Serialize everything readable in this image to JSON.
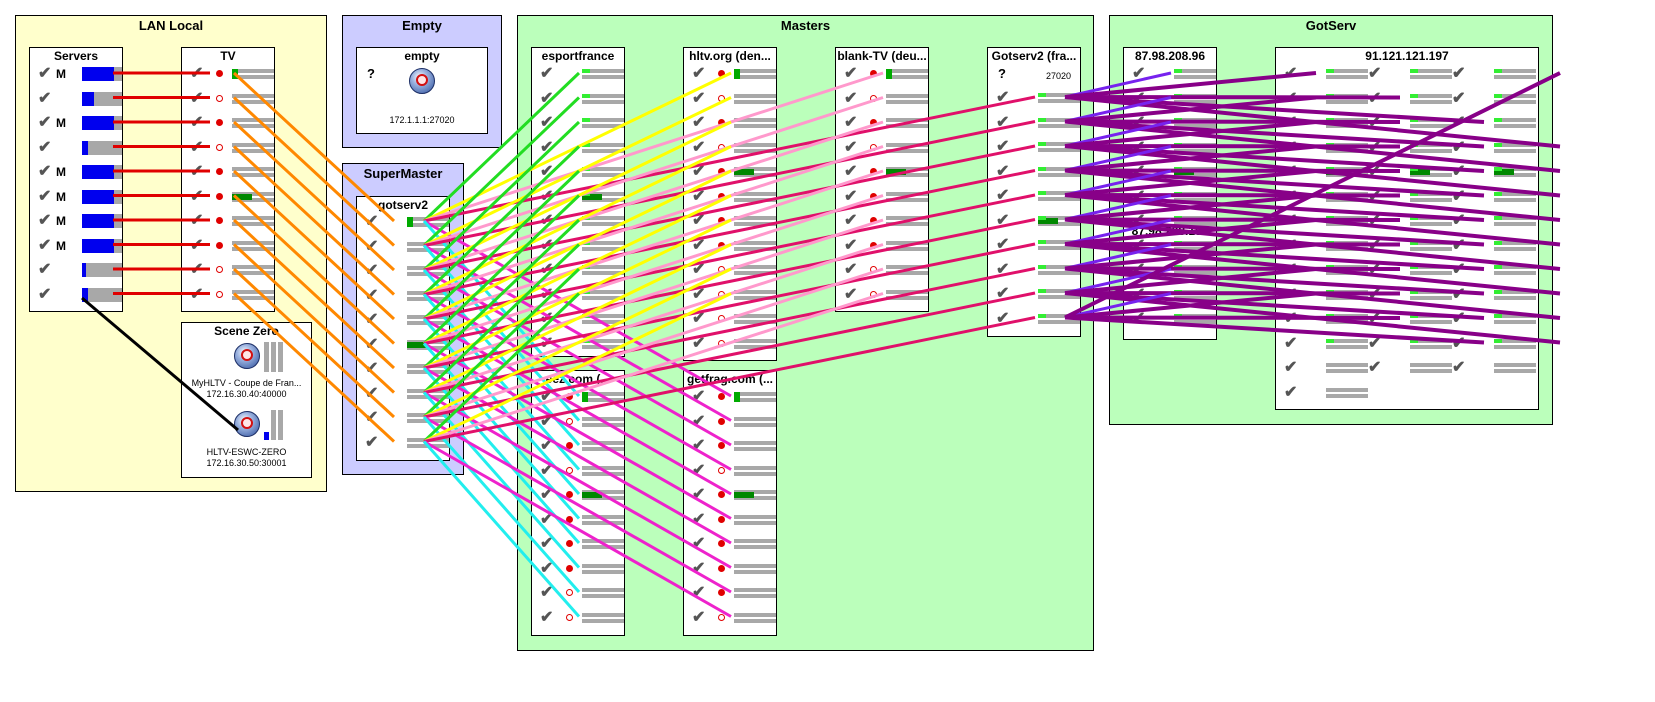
{
  "colors": {
    "lan_bg": "#ffffcc",
    "empty_bg": "#ccccff",
    "masters_bg": "#bbffbb",
    "gotserv_bg": "#bbffbb",
    "link_red": "#e00000",
    "link_orange": "#ff8800",
    "link_green": "#22dd22",
    "link_yellow": "#ffff00",
    "link_pink": "#ff99cc",
    "link_magenta": "#ee22cc",
    "link_cyan": "#22eeee",
    "link_purple": "#880088",
    "link_violet": "#7722ee",
    "link_black": "#000000"
  },
  "groups": {
    "lan_local": "LAN Local",
    "empty": "Empty",
    "super_master": "SuperMaster",
    "masters": "Masters",
    "gotserv": "GotServ"
  },
  "panels": {
    "servers": "Servers",
    "tv": "TV",
    "scene_zero": "Scene Zero",
    "empty": "empty",
    "gotserv2_super": "gotserv2",
    "esportfrance": "esportfrance",
    "hltv": "hltv.org (den...",
    "blank_tv": "blank-TV (deu...",
    "gotserv2": "Gotserv2 (fra...",
    "eez": "eez.com (...",
    "getfrag": "getfrag.com (...",
    "gs1": "87.98.208.96",
    "gs2": "91.121.121.197",
    "gs3": "87.98.208.150"
  },
  "empty_server": {
    "question": "?",
    "address": "172.1.1.1:27020"
  },
  "gotserv2_master": {
    "question": "?",
    "port": "27020"
  },
  "scene_zero": {
    "server1_name": "MyHLTV - Coupe de Fran...",
    "server1_addr": "172.16.30.40:40000",
    "server2_name": "HLTV-ESWC-ZERO",
    "server2_addr": "172.16.30.50:30001"
  },
  "servers_rows": [
    {
      "m": "M",
      "fill": 0.8
    },
    {
      "m": "",
      "fill": 0.3
    },
    {
      "m": "M",
      "fill": 0.8
    },
    {
      "m": "",
      "fill": 0.15
    },
    {
      "m": "M",
      "fill": 0.8
    },
    {
      "m": "M",
      "fill": 0.8
    },
    {
      "m": "M",
      "fill": 0.8
    },
    {
      "m": "M",
      "fill": 0.8
    },
    {
      "m": "",
      "fill": 0.1
    },
    {
      "m": "",
      "fill": 0.15
    }
  ],
  "tv_rows": [
    {
      "dot": "on"
    },
    {
      "dot": "off"
    },
    {
      "dot": "on"
    },
    {
      "dot": "off"
    },
    {
      "dot": "on"
    },
    {
      "dot": "on"
    },
    {
      "dot": "on"
    },
    {
      "dot": "on"
    },
    {
      "dot": "off"
    },
    {
      "dot": "off"
    }
  ],
  "check_mark": "✔"
}
